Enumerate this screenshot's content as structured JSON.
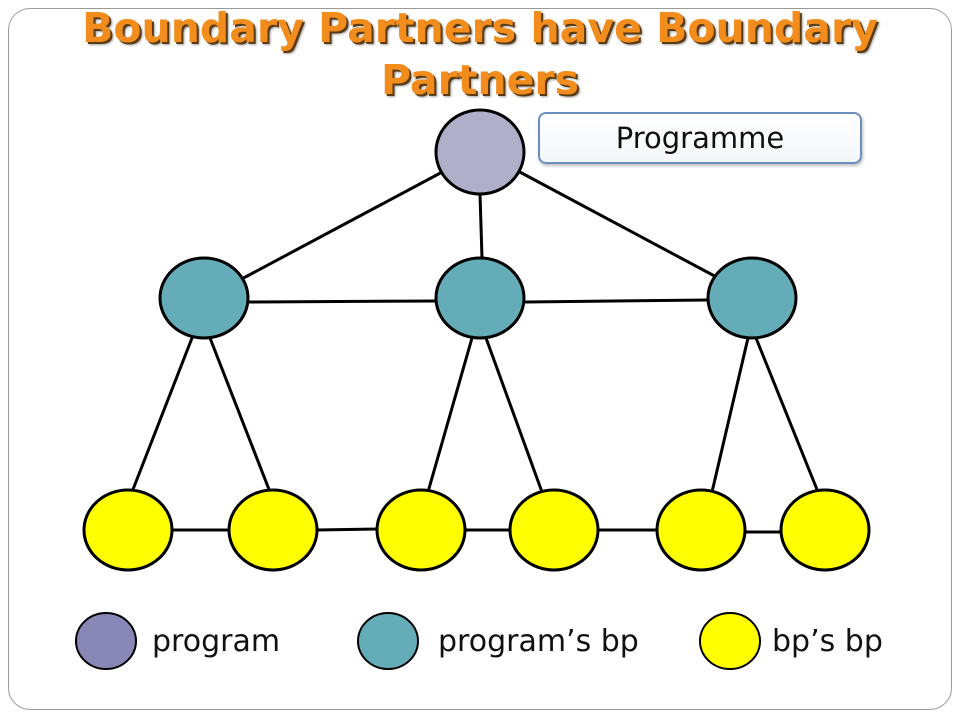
{
  "title": "Boundary Partners have Boundary Partners",
  "callout": {
    "label": "Programme"
  },
  "colors": {
    "program": "#b0afca",
    "programs_bp": "#64adb8",
    "bps_bp": "#ffff00",
    "legend_program": "#8887b6",
    "title": "#f28c1c",
    "edge": "#000000"
  },
  "legend": [
    {
      "key": "program",
      "label": "program"
    },
    {
      "key": "programs_bp",
      "label": "program’s bp"
    },
    {
      "key": "bps_bp",
      "label": "bp’s bp"
    }
  ]
}
